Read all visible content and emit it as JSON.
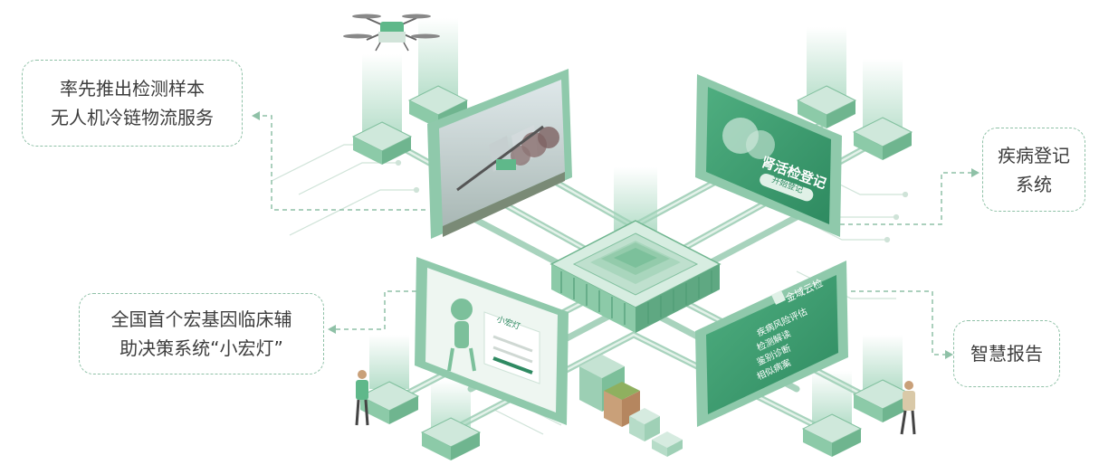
{
  "colors": {
    "primary": "#5fb88a",
    "dark": "#2f8a62",
    "platform_light": "#dbeee4",
    "dashed_line": "#8fc1a7",
    "text": "#3d3d3d"
  },
  "callouts": {
    "drone": {
      "line1": "率先推出检测样本",
      "line2": "无人机冷链物流服务"
    },
    "registration": {
      "line1": "疾病登记",
      "line2": "系统"
    },
    "assistant": {
      "line1": "全国首个宏基因临床辅",
      "line2": "助决策系统“小宏灯”"
    },
    "report": {
      "line1": "智慧报告"
    }
  },
  "screens": {
    "registration": {
      "title": "肾活检登记",
      "button": "开始登记"
    },
    "assistant": {
      "app_name": "小宏灯"
    },
    "report": {
      "brand": "金域云检",
      "items": [
        "疾病风险评估",
        "检测解读",
        "鉴别诊断",
        "相似病案"
      ]
    }
  }
}
